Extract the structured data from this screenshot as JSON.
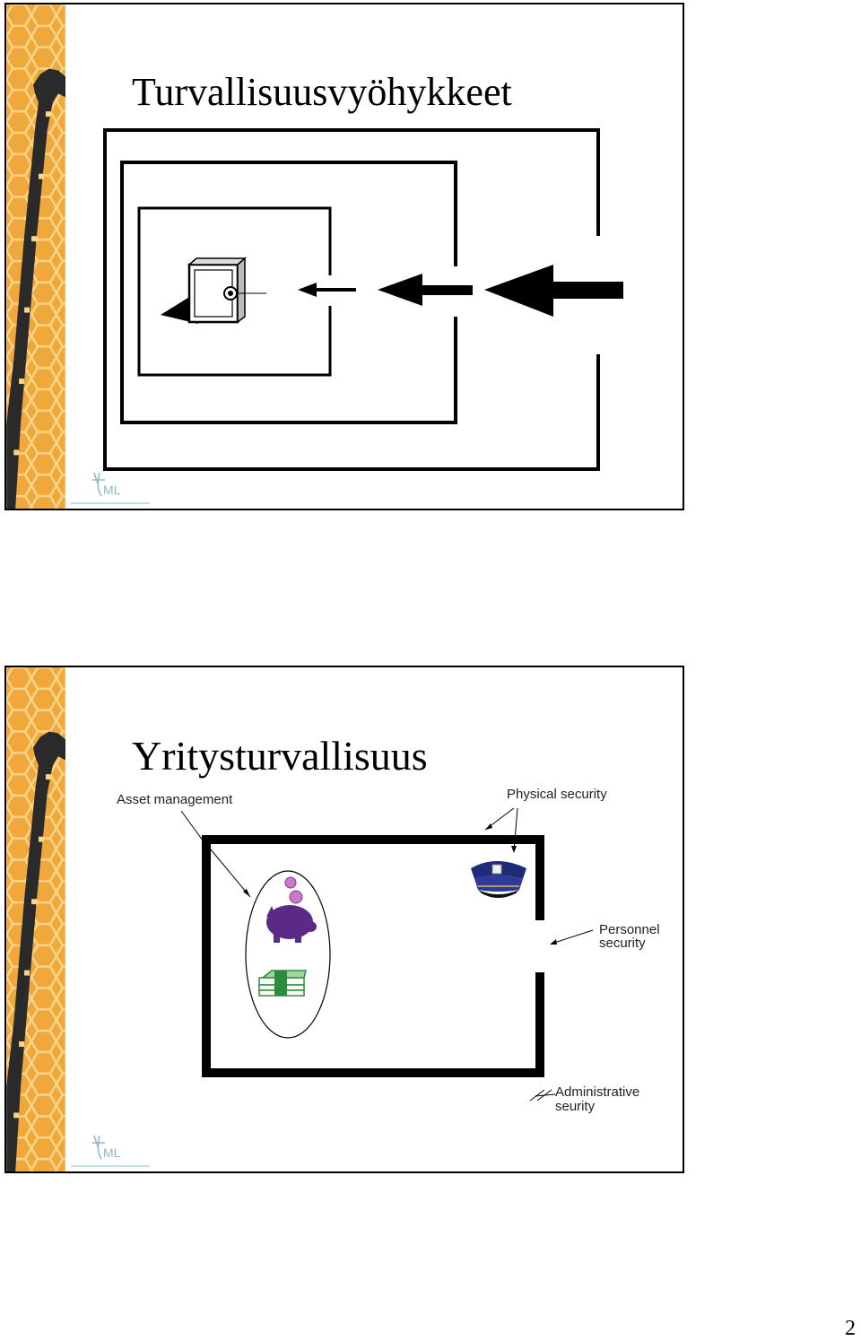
{
  "slides": [
    {
      "title": "Turvallisuusvyöhykkeet"
    },
    {
      "title": "Yritysturvallisuus",
      "labels": {
        "asset_management": "Asset management",
        "physical_security": "Physical security",
        "personnel_security_1": "Personnel",
        "personnel_security_2": "security",
        "administrative_security_1": "Administrative",
        "administrative_security_2": "seurity"
      }
    }
  ],
  "page": {
    "number": "2"
  },
  "colors": {
    "band_orange": "#f0a83a",
    "band_cells": "#f6c86a",
    "piggy_purple": "#5b2a86",
    "coin_pink": "#c77ac7",
    "cash_green": "#2e8b3c",
    "cap_navy": "#1f2a7a"
  },
  "icons": [
    "safe-icon",
    "piggy-bank-icon",
    "cash-stack-icon",
    "police-cap-icon",
    "giraffe-logo-icon",
    "tml-logo-icon"
  ]
}
